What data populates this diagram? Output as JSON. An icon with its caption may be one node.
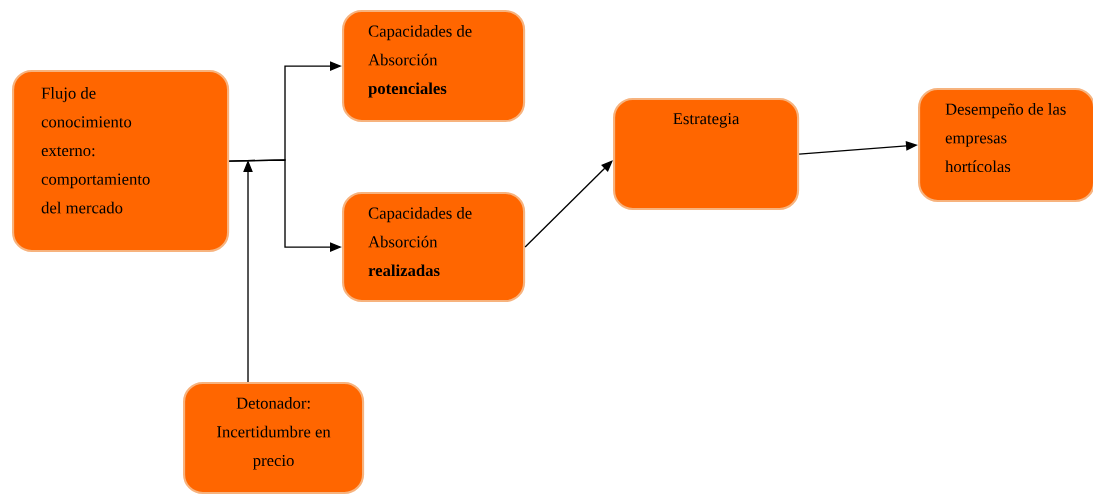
{
  "diagram": {
    "nodes": [
      {
        "text": [
          "Flujo de conocimiento externo: comportamiento del mercado"
        ]
      },
      {
        "text": [
          "Capacidades de Absorción **potenciales**"
        ]
      },
      {
        "text": [
          "Capacidades de Absorción **realizadas**"
        ]
      },
      {
        "text": [
          "Estrategia"
        ]
      },
      {
        "text": [
          "Desempeño de las empresas hortícolas"
        ]
      },
      {
        "text": [
          "Detonador: Incertidumbre en precio"
        ]
      }
    ],
    "edges": [
      {
        "from": 0,
        "to": 1,
        "arrow": "to"
      },
      {
        "from": 0,
        "to": 2,
        "arrow": "to"
      },
      {
        "from": 5,
        "to": null,
        "arrow": "to"
      },
      {
        "from": 2,
        "to": 3,
        "arrow": "to"
      },
      {
        "from": 3,
        "to": 4,
        "arrow": "to"
      }
    ]
  }
}
